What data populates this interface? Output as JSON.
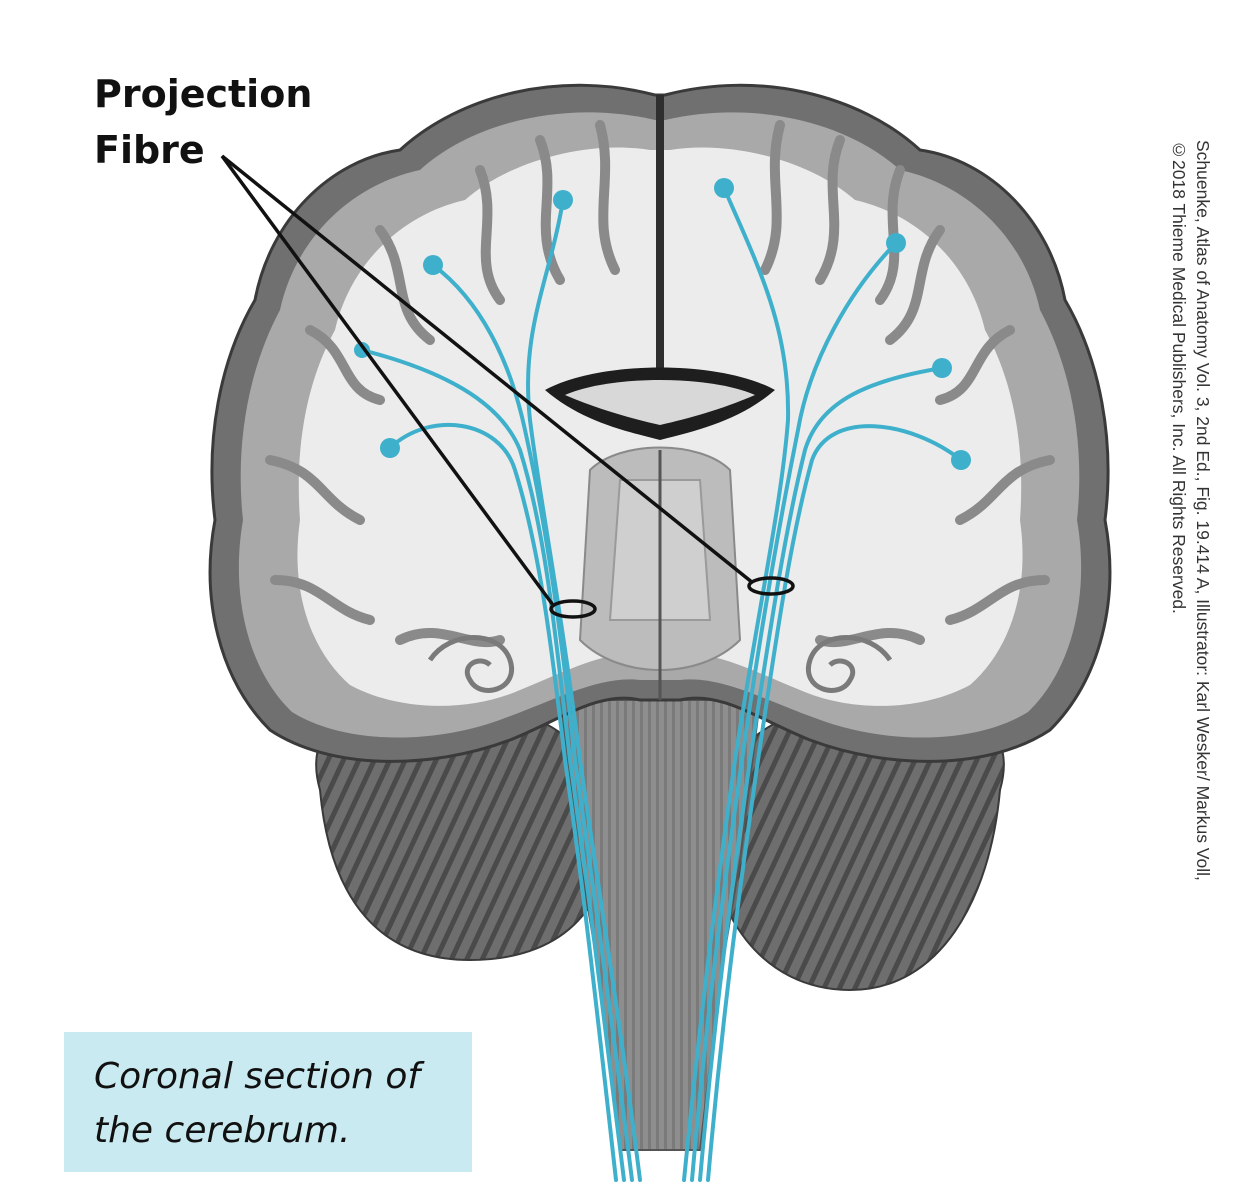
{
  "label": {
    "line1": "Projection",
    "line2": "Fibre"
  },
  "caption": {
    "line1": "Coronal section of",
    "line2": "the cerebrum."
  },
  "credit": {
    "line1": "Schuenke, Atlas of Anatomy Vol. 3, 2nd Ed., Fig. 19.414 A, Illustrator: Karl Wesker/ Markus Voll,",
    "line2": "©2018 Thieme Medical Publishers, Inc. All Rights Reserved."
  },
  "colors": {
    "fibre": "#3fb0cc",
    "caption_bg": "#c9eaf0",
    "leader": "#111111"
  }
}
